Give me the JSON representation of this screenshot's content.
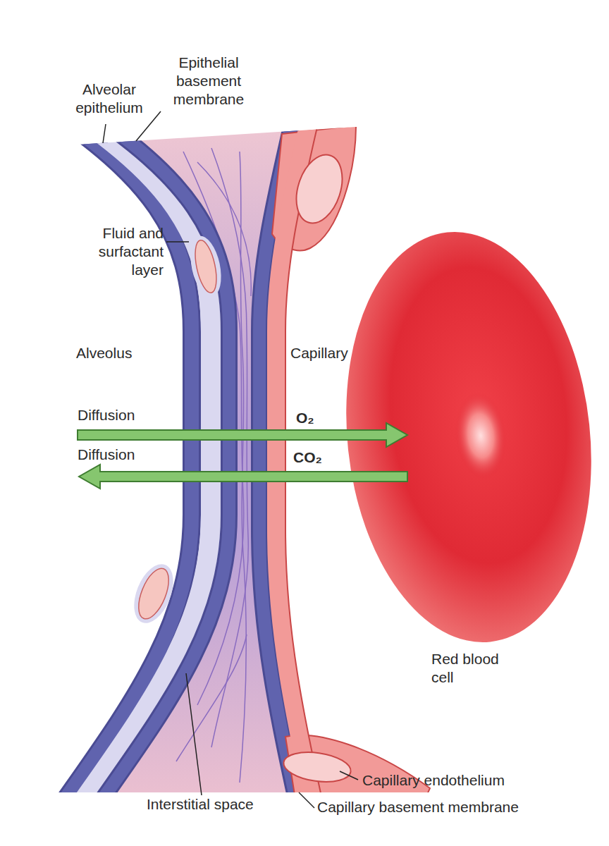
{
  "diagram": {
    "labels": [
      "Epithelial basement membrane",
      "Alveolar epithelium",
      "Fluid and surfactant layer",
      "Alveolus",
      "Capillary",
      "Diffusion",
      "O₂",
      "Diffusion",
      "CO₂",
      "Red blood cell",
      "Capillary endothelium",
      "Interstitial space",
      "Capillary basement membrane"
    ]
  }
}
